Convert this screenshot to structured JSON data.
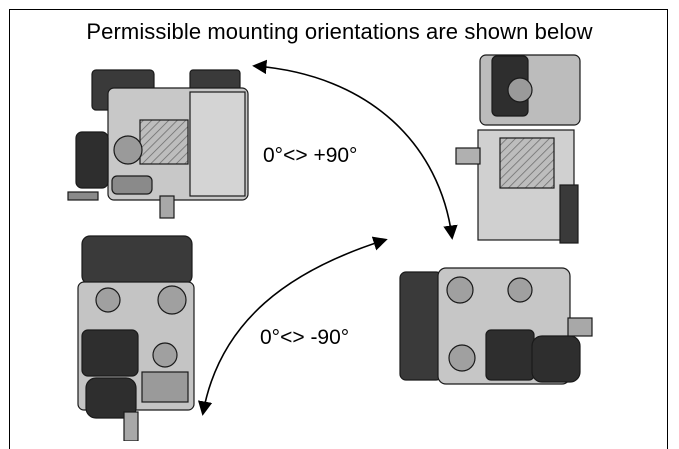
{
  "title": "Permissible mounting orientations are shown below",
  "labels": {
    "positive_range": "0°<> +90°",
    "negative_range": "0°<> -90°"
  },
  "orientations": [
    {
      "name": "horizontal",
      "icon": "heater-unit-horizontal-icon"
    },
    {
      "name": "rotated-plus-90",
      "icon": "heater-unit-rotated-plus-90-icon"
    },
    {
      "name": "vertical",
      "icon": "heater-unit-vertical-icon"
    },
    {
      "name": "rotated-minus-90",
      "icon": "heater-unit-rotated-minus-90-icon"
    }
  ],
  "colors": {
    "body_light": "#c8c8c8",
    "body_mid": "#9a9a9a",
    "body_dark": "#3a3a3a",
    "outline": "#1a1a1a"
  }
}
